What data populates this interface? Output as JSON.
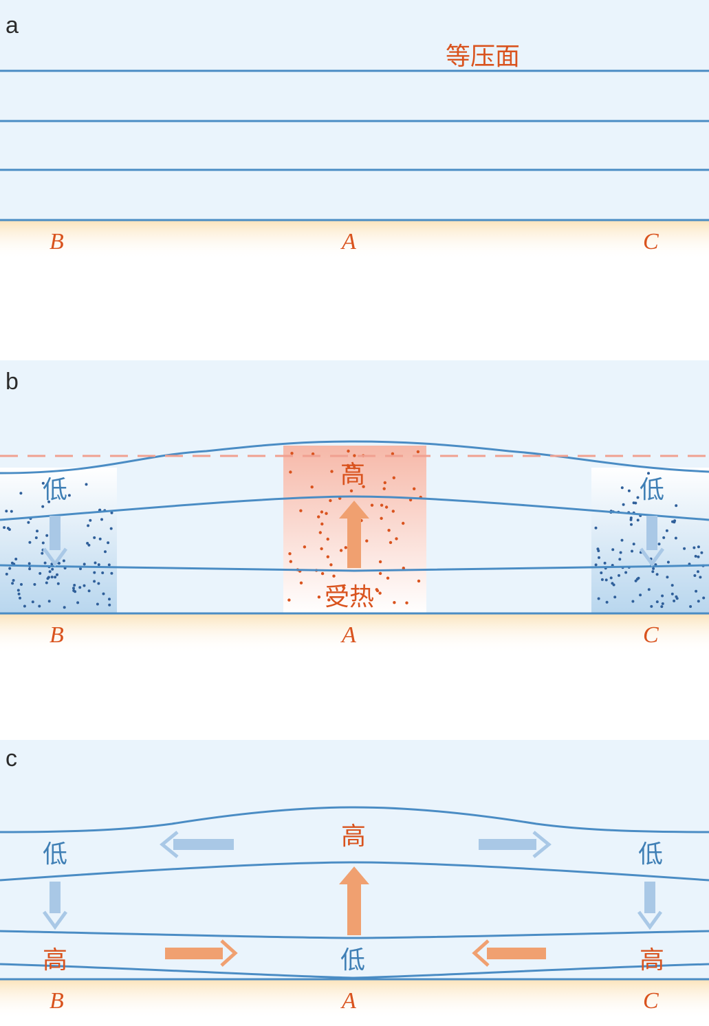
{
  "colors": {
    "sky": "#eaf4fc",
    "isobar": "#4a8cc4",
    "ground_top": "#fbe3ba",
    "low_blue": "#3f7fb5",
    "high_orange": "#d9531e",
    "arrow_orange": "#f0a070",
    "arrow_blue": "#a9c8e6",
    "dashed": "#f0a090"
  },
  "panels": {
    "a": {
      "letter": "a",
      "isobar_label": "等压面",
      "points": {
        "B": "B",
        "A": "A",
        "C": "C"
      }
    },
    "b": {
      "letter": "b",
      "label_left": "低",
      "label_center": "高",
      "label_right": "低",
      "label_heated": "受热",
      "points": {
        "B": "B",
        "A": "A",
        "C": "C"
      }
    },
    "c": {
      "letter": "c",
      "upper_left": "低",
      "upper_center": "高",
      "upper_right": "低",
      "lower_left": "高",
      "lower_center": "低",
      "lower_right": "高",
      "points": {
        "B": "B",
        "A": "A",
        "C": "C"
      }
    }
  },
  "icons": {
    "up_arrow": "up-arrow-icon",
    "down_arrow": "down-arrow-icon",
    "left_arrow": "left-arrow-icon",
    "right_arrow": "right-arrow-icon"
  }
}
